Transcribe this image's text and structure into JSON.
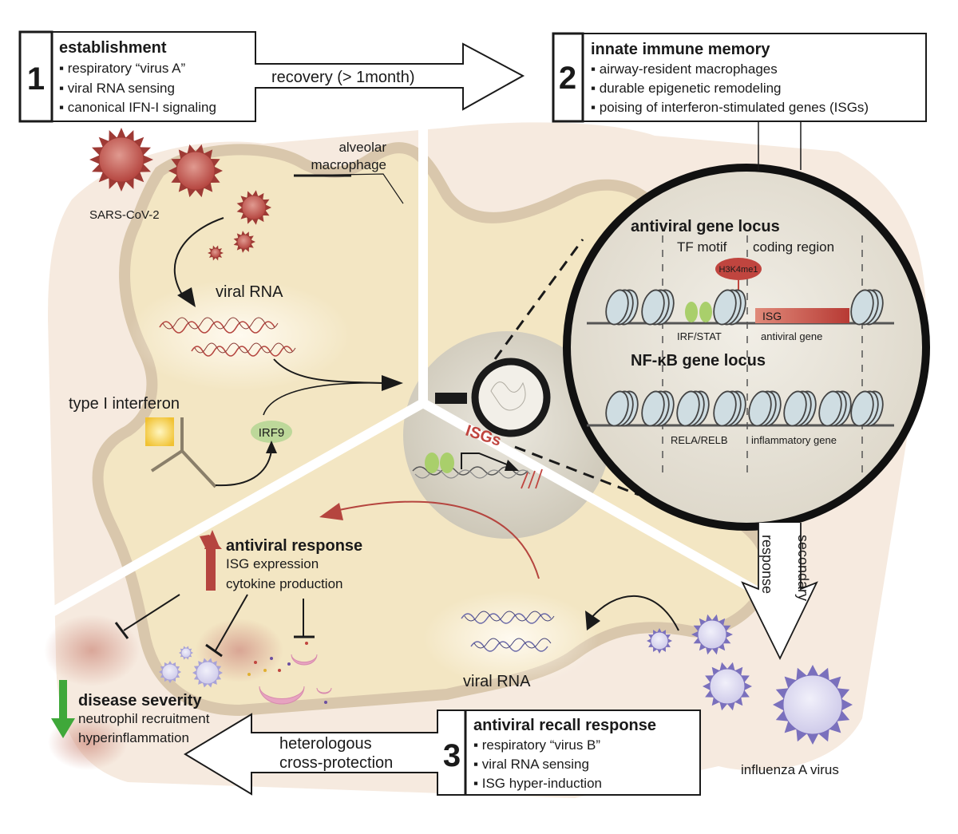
{
  "colors": {
    "lung_bg": "#f6eadf",
    "cell_body": "#f3e6c3",
    "cell_border": "#d9c7ac",
    "nucleus": "#d9d4c6",
    "zoom_circle": "#e5e1d6",
    "sars_virus": "#b5453f",
    "influenza_virus": "#8e84c8",
    "influenza_fill": "#dcd9f0",
    "tf_green": "#a9cf6b",
    "isg_red": "#c0453f",
    "up_arrow_red": "#b5453f",
    "down_arrow_green": "#3fa83a",
    "nucleosome": "#cfdde2",
    "inflam_blob": "#d49a8c",
    "neutrophil": "#e7a3c0"
  },
  "stage1": {
    "number": "1",
    "title": "establishment",
    "bullets": [
      "respiratory “virus A”",
      "viral RNA sensing",
      "canonical IFN-I signaling"
    ],
    "arrow_label": "recovery (> 1month)"
  },
  "stage2": {
    "number": "2",
    "title": "innate immune memory",
    "bullets": [
      "airway-resident macrophages",
      "durable epigenetic remodeling",
      "poising of interferon-stimulated genes (ISGs)"
    ]
  },
  "stage3": {
    "number": "3",
    "title": "antiviral recall response",
    "bullets": [
      "respiratory “virus B”",
      "viral RNA sensing",
      "ISG hyper-induction"
    ],
    "arrow_label_line1": "heterologous",
    "arrow_label_line2": "cross-protection"
  },
  "secondary_arrow": {
    "line1": "secondary",
    "line2": "response"
  },
  "labels": {
    "macrophage_line1": "alveolar",
    "macrophage_line2": "macrophage",
    "sars": "SARS-CoV-2",
    "viral_rna_top": "viral RNA",
    "type1_ifn": "type I interferon",
    "irf9": "IRF9",
    "isgs": "ISGs",
    "viral_rna_bottom": "viral RNA",
    "influenza": "influenza A virus"
  },
  "antiviral_response": {
    "title": "antiviral response",
    "line1": "ISG expression",
    "line2": "cytokine production"
  },
  "disease_severity": {
    "title": "disease severity",
    "line1": "neutrophil recruitment",
    "line2": "hyperinflammation"
  },
  "zoom_panel": {
    "antiviral_title": "antiviral gene locus",
    "tf_motif": "TF motif",
    "coding_region": "coding region",
    "h3k4me1": "H3K4me1",
    "isg_box": "ISG",
    "irf_stat": "IRF/STAT",
    "antiviral_gene": "antiviral gene",
    "nfkb_title": "NF-κB gene locus",
    "rela_relb": "RELA/RELB",
    "inflammatory_gene": "inflammatory gene"
  }
}
